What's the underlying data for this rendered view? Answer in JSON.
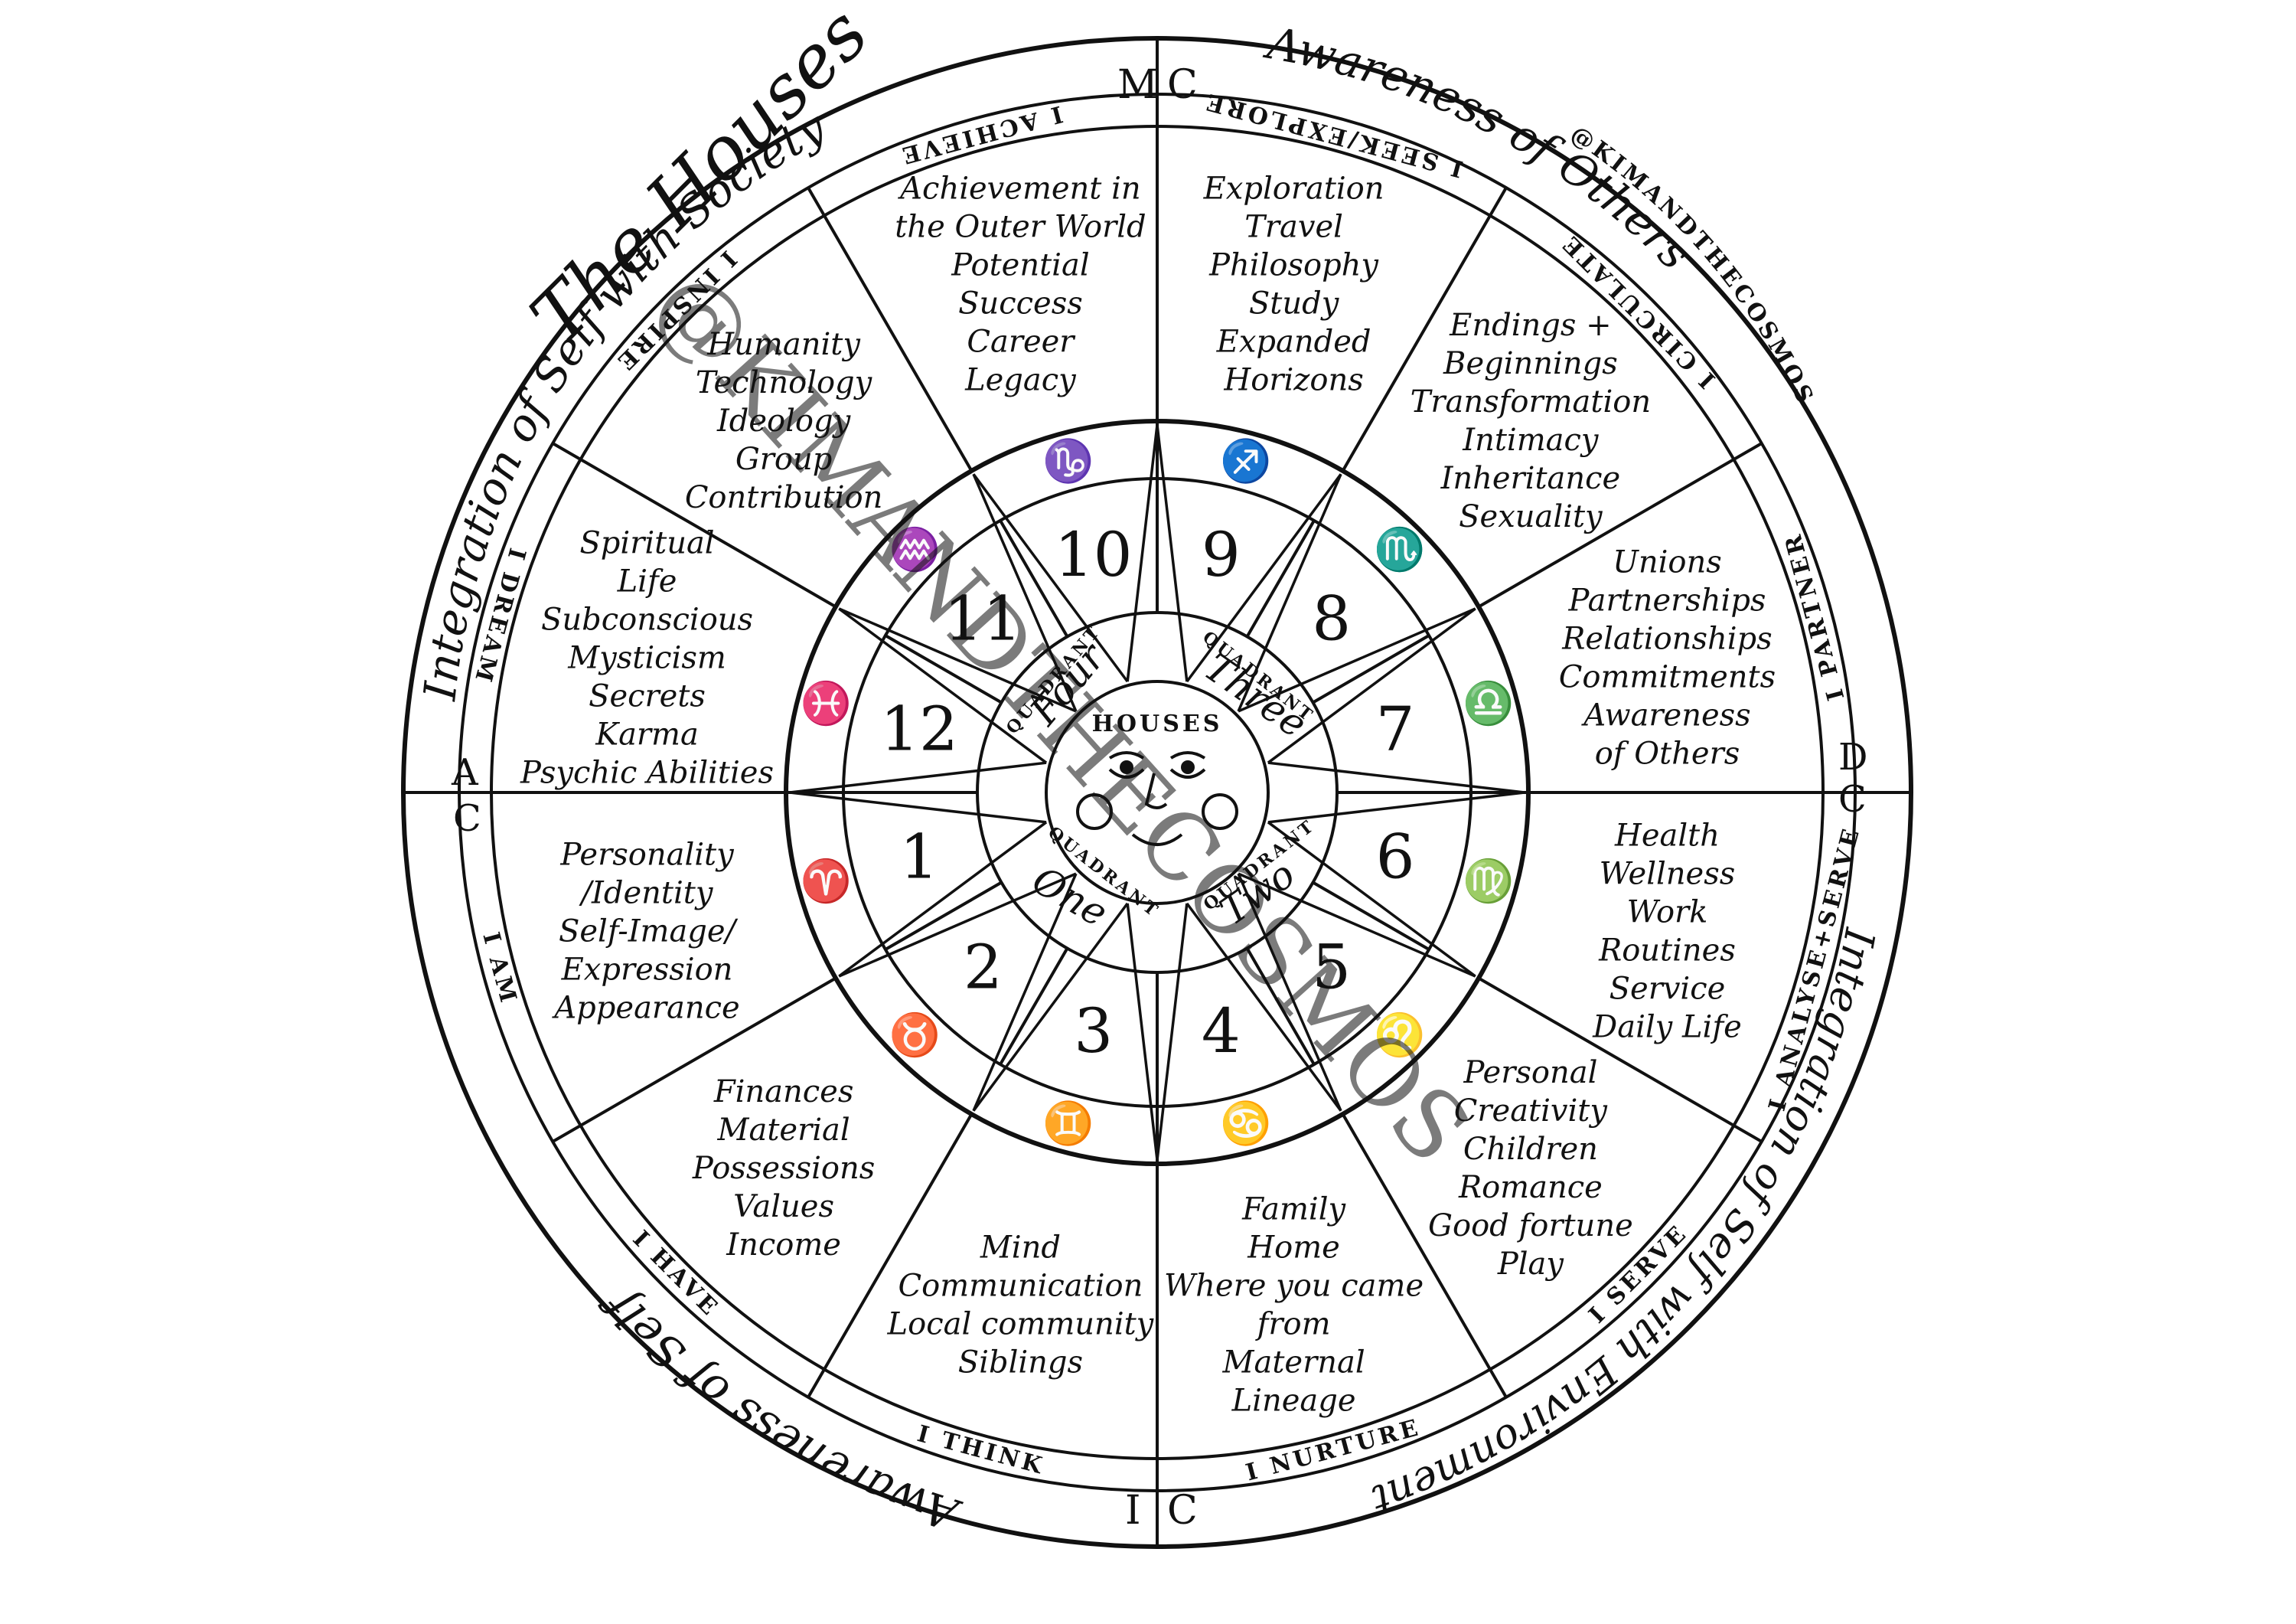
{
  "title": "The Houses",
  "handle": "@KIMANDTHECOSMOS",
  "watermark": "@KIMANDTHECOSMOS",
  "center_label": "HOUSES",
  "angles": {
    "mc_left": "M",
    "mc_right": "C",
    "ic_left": "I",
    "ic_right": "C",
    "asc_top": "A",
    "asc_bottom": "C",
    "dsc_top": "D",
    "dsc_bottom": "C"
  },
  "outer_arcs": [
    {
      "id": "integration-society",
      "text": "Integration of Self with Society"
    },
    {
      "id": "awareness-others",
      "text": "Awareness of Others"
    },
    {
      "id": "integration-environment",
      "text": "Integration of Self with Environment"
    },
    {
      "id": "awareness-self",
      "text": "Awareness of Self"
    }
  ],
  "quadrants": [
    {
      "word": "QUADRANT",
      "name": "One"
    },
    {
      "word": "QUADRANT",
      "name": "Two"
    },
    {
      "word": "QUADRANT",
      "name": "Three"
    },
    {
      "word": "QUADRANT",
      "name": "Four"
    }
  ],
  "houses": [
    {
      "number": "1",
      "sign": "♈",
      "motto": "I AM",
      "keywords": [
        "Personality",
        "/Identity",
        "Self-Image/",
        "Expression",
        "Appearance"
      ]
    },
    {
      "number": "2",
      "sign": "♉",
      "motto": "I HAVE",
      "keywords": [
        "Finances",
        "Material",
        "Possessions",
        "Values",
        "Income"
      ]
    },
    {
      "number": "3",
      "sign": "♊",
      "motto": "I THINK",
      "keywords": [
        "Mind",
        "Communication",
        "Local community",
        "Siblings"
      ]
    },
    {
      "number": "4",
      "sign": "♋",
      "motto": "I NURTURE",
      "keywords": [
        "Family",
        "Home",
        "Where you came",
        "from",
        "Maternal",
        "Lineage"
      ]
    },
    {
      "number": "5",
      "sign": "♌",
      "motto": "I SERVE",
      "keywords": [
        "Personal",
        "Creativity",
        "Children",
        "Romance",
        "Good fortune",
        "Play"
      ]
    },
    {
      "number": "6",
      "sign": "♍",
      "motto": "I ANALYSE+SERVE",
      "keywords": [
        "Health",
        "Wellness",
        "Work",
        "Routines",
        "Service",
        "Daily Life"
      ]
    },
    {
      "number": "7",
      "sign": "♎",
      "motto": "I PARTNER",
      "keywords": [
        "Unions",
        "Partnerships",
        "Relationships",
        "Commitments",
        "Awareness",
        "of Others"
      ]
    },
    {
      "number": "8",
      "sign": "♏",
      "motto": "I CIRCULATE",
      "keywords": [
        "Endings +",
        "Beginnings",
        "Transformation",
        "Intimacy",
        "Inheritance",
        "Sexuality"
      ]
    },
    {
      "number": "9",
      "sign": "♐",
      "motto": "I SEEK/EXPLORE",
      "keywords": [
        "Exploration",
        "Travel",
        "Philosophy",
        "Study",
        "Expanded",
        "Horizons"
      ]
    },
    {
      "number": "10",
      "sign": "♑",
      "motto": "I ACHIEVE",
      "keywords": [
        "Achievement in",
        "the Outer World",
        "Potential",
        "Success",
        "Career",
        "Legacy"
      ]
    },
    {
      "number": "11",
      "sign": "♒",
      "motto": "I INSPIRE",
      "keywords": [
        "Humanity",
        "Technology",
        "Ideology",
        "Group",
        "Contribution"
      ]
    },
    {
      "number": "12",
      "sign": "♓",
      "motto": "I DREAM",
      "keywords": [
        "Spiritual",
        "Life",
        "Subconscious",
        "Mysticism",
        "Secrets",
        "Karma",
        "Psychic Abilities"
      ]
    }
  ]
}
